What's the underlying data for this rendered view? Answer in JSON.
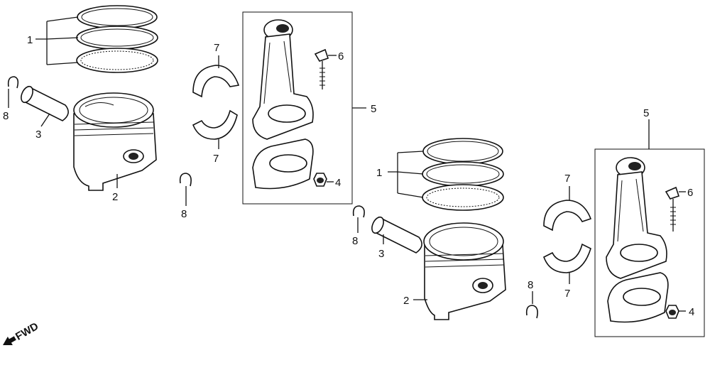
{
  "callouts": {
    "piston_rings": "1",
    "piston": "2",
    "piston_pin": "3",
    "connecting_rod_nut": "4",
    "connecting_rod_assembly": "5",
    "connecting_rod_bolt": "6",
    "connecting_rod_bearing": "7",
    "piston_pin_clip": "8"
  },
  "direction_label": "FWD"
}
